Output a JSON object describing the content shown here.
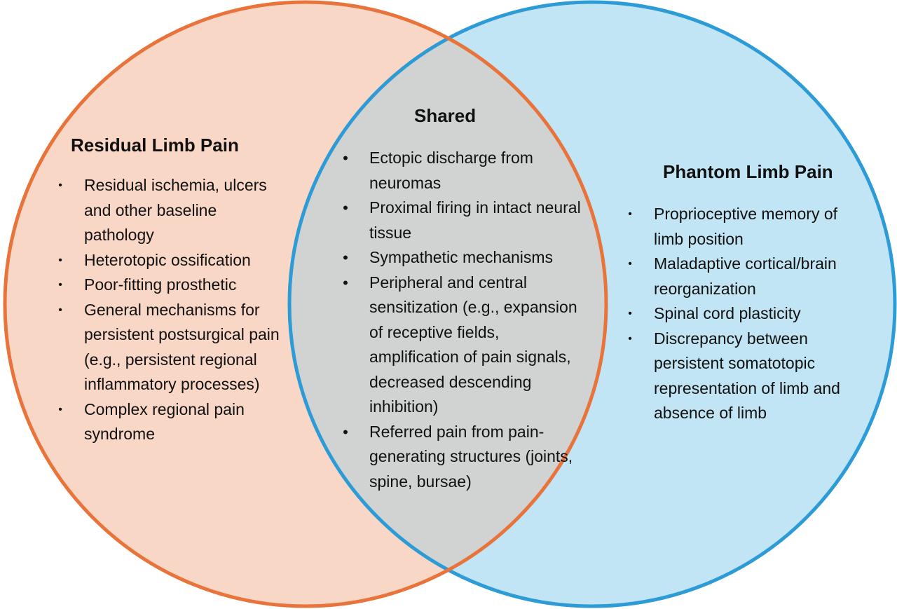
{
  "colors": {
    "residual_fill": "#f8d7c7",
    "residual_stroke": "#e8743b",
    "phantom_fill": "#c2e5f5",
    "phantom_stroke": "#2d9bd6",
    "overlap_fill": "#d0d3d2"
  },
  "residual": {
    "title": "Residual Limb Pain",
    "items": [
      "Residual ischemia, ulcers and other baseline pathology",
      "Heterotopic ossification",
      "Poor-fitting prosthetic",
      "General mechanisms for persistent postsurgical pain (e.g., persistent regional inflammatory processes)",
      "Complex regional pain syndrome"
    ]
  },
  "shared": {
    "title": "Shared",
    "items": [
      "Ectopic discharge from neuromas",
      "Proximal firing in intact neural tissue",
      "Sympathetic mechanisms",
      "Peripheral and central sensitization (e.g., expansion of receptive fields, amplification of pain signals, decreased descending inhibition)",
      "Referred pain from pain-generating structures (joints, spine, bursae)"
    ]
  },
  "phantom": {
    "title": "Phantom Limb Pain",
    "items": [
      "Proprioceptive memory of limb position",
      "Maladaptive cortical/brain reorganization",
      "Spinal cord plasticity",
      "Discrepancy between persistent somatotopic representation of limb and absence of limb"
    ]
  }
}
